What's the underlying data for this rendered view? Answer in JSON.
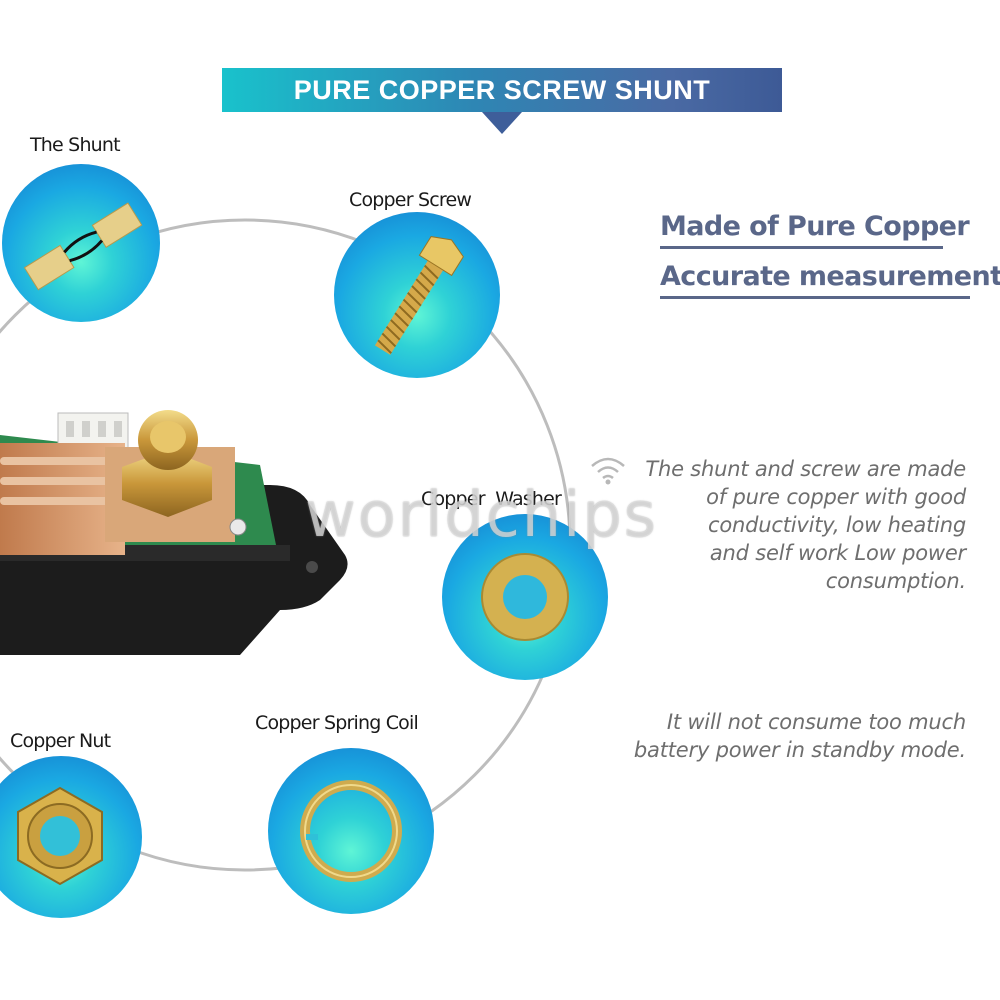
{
  "banner": {
    "title": "PURE COPPER SCREW SHUNT"
  },
  "parts": [
    {
      "label": "The Shunt"
    },
    {
      "label": "Copper Screw"
    },
    {
      "label": "Copper  Washer"
    },
    {
      "label": "Copper Spring Coil"
    },
    {
      "label": "Copper Nut"
    }
  ],
  "headings": [
    "Made of Pure Copper",
    "Accurate measurement"
  ],
  "description": [
    "The shunt and screw are made",
    "of pure copper with good",
    "conductivity, low heating",
    "and self work Low power",
    "consumption."
  ],
  "standby": [
    "It will not consume too much",
    "battery power in standby mode."
  ],
  "watermark": "worldchips",
  "colors": {
    "banner_start": "#19c2cc",
    "banner_end": "#3d5a96",
    "heading": "#5a6789",
    "description": "#6e6e6e",
    "copper": "#d8b24a"
  }
}
